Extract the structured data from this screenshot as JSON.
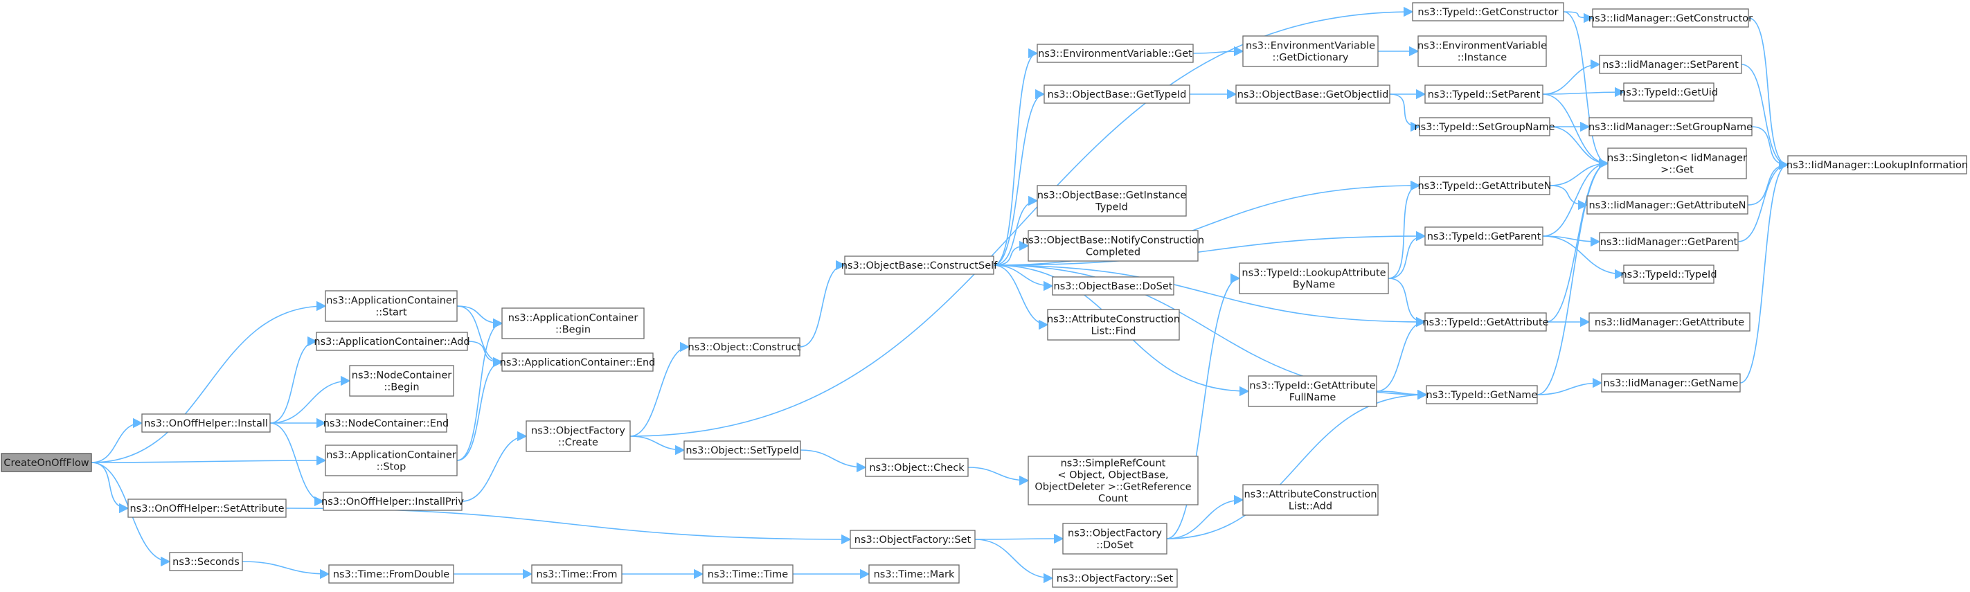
{
  "colors": {
    "edge": "#63b8ff",
    "node_border": "#6b6b6b",
    "root_fill": "#9e9e9e",
    "background": "#ffffff"
  },
  "nodes": [
    {
      "id": "n0",
      "lines": [
        "CreateOnOffFlow"
      ],
      "root": true
    },
    {
      "id": "n1",
      "lines": [
        "ns3::ApplicationContainer",
        "::Start"
      ]
    },
    {
      "id": "n2",
      "lines": [
        "ns3::ApplicationContainer::Add"
      ]
    },
    {
      "id": "n3",
      "lines": [
        "ns3::NodeContainer",
        "::Begin"
      ]
    },
    {
      "id": "n4",
      "lines": [
        "ns3::OnOffHelper::Install"
      ]
    },
    {
      "id": "n5",
      "lines": [
        "ns3::NodeContainer::End"
      ]
    },
    {
      "id": "n6",
      "lines": [
        "ns3::ApplicationContainer",
        "::Stop"
      ]
    },
    {
      "id": "n7",
      "lines": [
        "ns3::OnOffHelper::InstallPriv"
      ]
    },
    {
      "id": "n8",
      "lines": [
        "ns3::OnOffHelper::SetAttribute"
      ]
    },
    {
      "id": "n9",
      "lines": [
        "ns3::Seconds"
      ]
    },
    {
      "id": "n10",
      "lines": [
        "ns3::ApplicationContainer",
        "::Begin"
      ]
    },
    {
      "id": "n11",
      "lines": [
        "ns3::ApplicationContainer::End"
      ]
    },
    {
      "id": "n12",
      "lines": [
        "ns3::ObjectFactory",
        "::Create"
      ]
    },
    {
      "id": "n13",
      "lines": [
        "ns3::Time::FromDouble"
      ]
    },
    {
      "id": "n14",
      "lines": [
        "ns3::Object::Construct"
      ]
    },
    {
      "id": "n15",
      "lines": [
        "ns3::Object::SetTypeId"
      ]
    },
    {
      "id": "n16",
      "lines": [
        "ns3::Time::From"
      ]
    },
    {
      "id": "n17",
      "lines": [
        "ns3::ObjectBase::ConstructSelf"
      ]
    },
    {
      "id": "n18",
      "lines": [
        "ns3::Object::Check"
      ]
    },
    {
      "id": "n19",
      "lines": [
        "ns3::ObjectFactory::Set"
      ]
    },
    {
      "id": "n20",
      "lines": [
        "ns3::Time::Time"
      ]
    },
    {
      "id": "n21",
      "lines": [
        "ns3::Time::Mark"
      ]
    },
    {
      "id": "n22",
      "lines": [
        "ns3::EnvironmentVariable::Get"
      ]
    },
    {
      "id": "n23",
      "lines": [
        "ns3::ObjectBase::GetTypeId"
      ]
    },
    {
      "id": "n24",
      "lines": [
        "ns3::ObjectBase::GetInstance",
        "TypeId"
      ]
    },
    {
      "id": "n25",
      "lines": [
        "ns3::ObjectBase::NotifyConstruction",
        "Completed"
      ]
    },
    {
      "id": "n26",
      "lines": [
        "ns3::ObjectBase::DoSet"
      ]
    },
    {
      "id": "n27",
      "lines": [
        "ns3::AttributeConstruction",
        "List::Find"
      ]
    },
    {
      "id": "n28",
      "lines": [
        "ns3::SimpleRefCount",
        "< Object, ObjectBase,",
        "ObjectDeleter >::GetReference",
        "Count"
      ]
    },
    {
      "id": "n29",
      "lines": [
        "ns3::ObjectFactory",
        "::DoSet"
      ]
    },
    {
      "id": "n30",
      "lines": [
        "ns3::ObjectFactory::Set"
      ]
    },
    {
      "id": "n31",
      "lines": [
        "ns3::EnvironmentVariable",
        "::GetDictionary"
      ]
    },
    {
      "id": "n32",
      "lines": [
        "ns3::ObjectBase::GetObjectIid"
      ]
    },
    {
      "id": "n33",
      "lines": [
        "ns3::TypeId::LookupAttribute",
        "ByName"
      ]
    },
    {
      "id": "n34",
      "lines": [
        "ns3::TypeId::GetAttribute",
        "FullName"
      ]
    },
    {
      "id": "n35",
      "lines": [
        "ns3::AttributeConstruction",
        "List::Add"
      ]
    },
    {
      "id": "n36",
      "lines": [
        "ns3::TypeId::GetConstructor"
      ]
    },
    {
      "id": "n37",
      "lines": [
        "ns3::EnvironmentVariable",
        "::Instance"
      ]
    },
    {
      "id": "n38",
      "lines": [
        "ns3::TypeId::SetParent"
      ]
    },
    {
      "id": "n39",
      "lines": [
        "ns3::TypeId::SetGroupName"
      ]
    },
    {
      "id": "n40",
      "lines": [
        "ns3::TypeId::GetAttributeN"
      ]
    },
    {
      "id": "n41",
      "lines": [
        "ns3::TypeId::GetParent"
      ]
    },
    {
      "id": "n42",
      "lines": [
        "ns3::TypeId::GetAttribute"
      ]
    },
    {
      "id": "n43",
      "lines": [
        "ns3::TypeId::GetName"
      ]
    },
    {
      "id": "n44",
      "lines": [
        "ns3::IidManager::GetConstructor"
      ]
    },
    {
      "id": "n45",
      "lines": [
        "ns3::IidManager::SetParent"
      ]
    },
    {
      "id": "n46",
      "lines": [
        "ns3::TypeId::GetUid"
      ]
    },
    {
      "id": "n47",
      "lines": [
        "ns3::IidManager::SetGroupName"
      ]
    },
    {
      "id": "n48",
      "lines": [
        "ns3::Singleton< IidManager",
        ">::Get"
      ]
    },
    {
      "id": "n49",
      "lines": [
        "ns3::IidManager::GetAttributeN"
      ]
    },
    {
      "id": "n50",
      "lines": [
        "ns3::IidManager::GetParent"
      ]
    },
    {
      "id": "n51",
      "lines": [
        "ns3::TypeId::TypeId"
      ]
    },
    {
      "id": "n52",
      "lines": [
        "ns3::IidManager::GetAttribute"
      ]
    },
    {
      "id": "n53",
      "lines": [
        "ns3::IidManager::GetName"
      ]
    },
    {
      "id": "n54",
      "lines": [
        "ns3::IidManager::LookupInformation"
      ]
    }
  ],
  "edges": [
    [
      "n0",
      "n1"
    ],
    [
      "n0",
      "n4"
    ],
    [
      "n0",
      "n6"
    ],
    [
      "n0",
      "n8"
    ],
    [
      "n0",
      "n9"
    ],
    [
      "n4",
      "n2"
    ],
    [
      "n4",
      "n3"
    ],
    [
      "n4",
      "n5"
    ],
    [
      "n4",
      "n7"
    ],
    [
      "n1",
      "n10"
    ],
    [
      "n1",
      "n11"
    ],
    [
      "n2",
      "n11"
    ],
    [
      "n6",
      "n10"
    ],
    [
      "n6",
      "n11"
    ],
    [
      "n7",
      "n12"
    ],
    [
      "n8",
      "n19"
    ],
    [
      "n9",
      "n13"
    ],
    [
      "n12",
      "n14"
    ],
    [
      "n12",
      "n15"
    ],
    [
      "n12",
      "n36"
    ],
    [
      "n13",
      "n16"
    ],
    [
      "n16",
      "n20"
    ],
    [
      "n20",
      "n21"
    ],
    [
      "n14",
      "n17"
    ],
    [
      "n15",
      "n18"
    ],
    [
      "n18",
      "n28"
    ],
    [
      "n19",
      "n29"
    ],
    [
      "n19",
      "n30"
    ],
    [
      "n29",
      "n33"
    ],
    [
      "n29",
      "n35"
    ],
    [
      "n29",
      "n43"
    ],
    [
      "n17",
      "n22"
    ],
    [
      "n17",
      "n23"
    ],
    [
      "n17",
      "n24"
    ],
    [
      "n17",
      "n25"
    ],
    [
      "n17",
      "n26"
    ],
    [
      "n17",
      "n27"
    ],
    [
      "n17",
      "n34"
    ],
    [
      "n17",
      "n40"
    ],
    [
      "n17",
      "n41"
    ],
    [
      "n17",
      "n42"
    ],
    [
      "n17",
      "n43"
    ],
    [
      "n22",
      "n31"
    ],
    [
      "n31",
      "n37"
    ],
    [
      "n23",
      "n32"
    ],
    [
      "n32",
      "n38"
    ],
    [
      "n32",
      "n39"
    ],
    [
      "n33",
      "n40"
    ],
    [
      "n33",
      "n41"
    ],
    [
      "n33",
      "n42"
    ],
    [
      "n34",
      "n42"
    ],
    [
      "n34",
      "n43"
    ],
    [
      "n36",
      "n44"
    ],
    [
      "n36",
      "n48"
    ],
    [
      "n38",
      "n45"
    ],
    [
      "n38",
      "n46"
    ],
    [
      "n38",
      "n48"
    ],
    [
      "n39",
      "n47"
    ],
    [
      "n39",
      "n48"
    ],
    [
      "n40",
      "n49"
    ],
    [
      "n40",
      "n48"
    ],
    [
      "n41",
      "n50"
    ],
    [
      "n41",
      "n51"
    ],
    [
      "n41",
      "n48"
    ],
    [
      "n42",
      "n52"
    ],
    [
      "n42",
      "n48"
    ],
    [
      "n43",
      "n53"
    ],
    [
      "n43",
      "n48"
    ],
    [
      "n44",
      "n54"
    ],
    [
      "n45",
      "n54"
    ],
    [
      "n47",
      "n54"
    ],
    [
      "n49",
      "n54"
    ],
    [
      "n50",
      "n54"
    ],
    [
      "n53",
      "n54"
    ]
  ]
}
